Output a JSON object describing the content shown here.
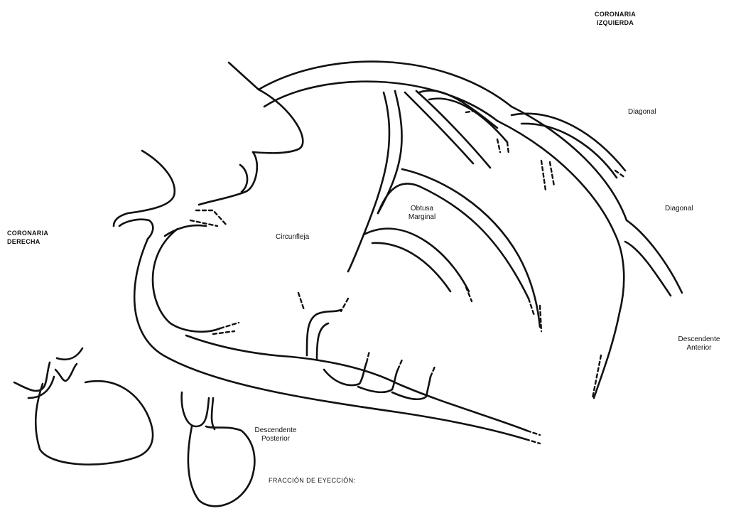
{
  "labels": {
    "left_coronary": {
      "line1": "CORONARIA",
      "line2": "IZQUIERDA"
    },
    "right_coronary": {
      "line1": "CORONARIA",
      "line2": "DERECHA"
    },
    "diagonal_upper": "Diagonal",
    "diagonal_lower": "Diagonal",
    "obtuse_marginal": {
      "line1": "Obtusa",
      "line2": "Marginal"
    },
    "circumflex": "Circunfleja",
    "anterior_descending": {
      "line1": "Descendente",
      "line2": "Anterior"
    },
    "posterior_descending": {
      "line1": "Descendente",
      "line2": "Posterior"
    },
    "ejection_fraction": "FRACCIÓN DE EYECCIÓN:"
  },
  "colors": {
    "ink": "#111111",
    "paper": "#ffffff"
  }
}
